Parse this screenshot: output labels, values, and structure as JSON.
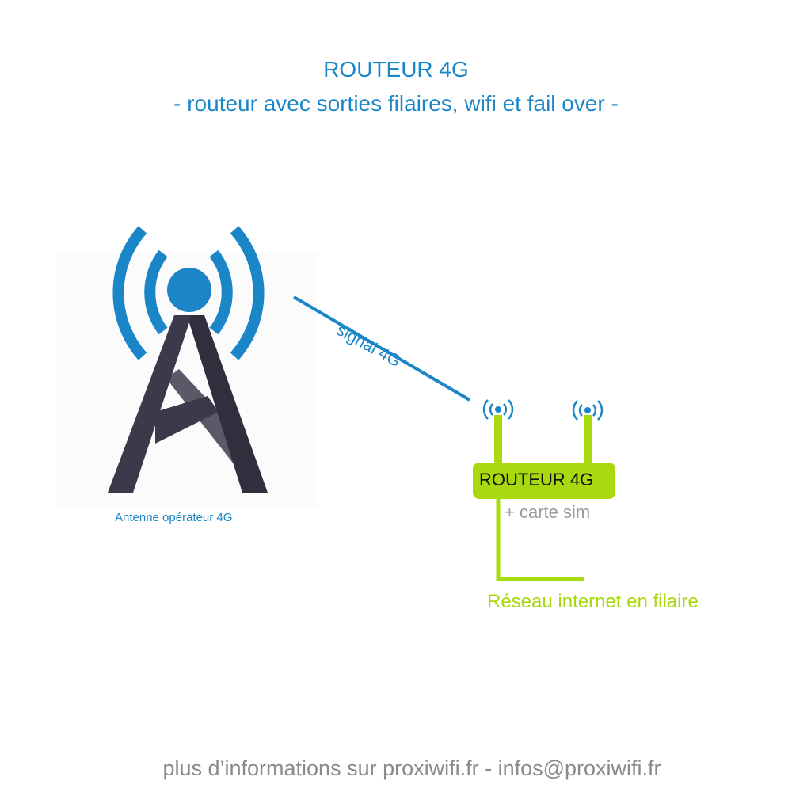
{
  "title": {
    "line1": "ROUTEUR 4G",
    "line2": "- routeur avec sorties filaires, wifi et fail over -"
  },
  "tower": {
    "label": "Antenne opérateur 4G",
    "icon": "cell-tower-icon"
  },
  "link": {
    "label": "signal 4G"
  },
  "router": {
    "label": "ROUTEUR 4G",
    "note": "+ carte sim",
    "antenna_icon": "wifi-signal-icon"
  },
  "network": {
    "label": "Réseau internet en filaire"
  },
  "footer": {
    "text": "plus d’informations sur proxiwifi.fr - infos@proxiwifi.fr"
  },
  "colors": {
    "blue": "#1a86c8",
    "green": "#a8d80e",
    "dark": "#2f2f3d",
    "grey": "#8a8a8a"
  }
}
